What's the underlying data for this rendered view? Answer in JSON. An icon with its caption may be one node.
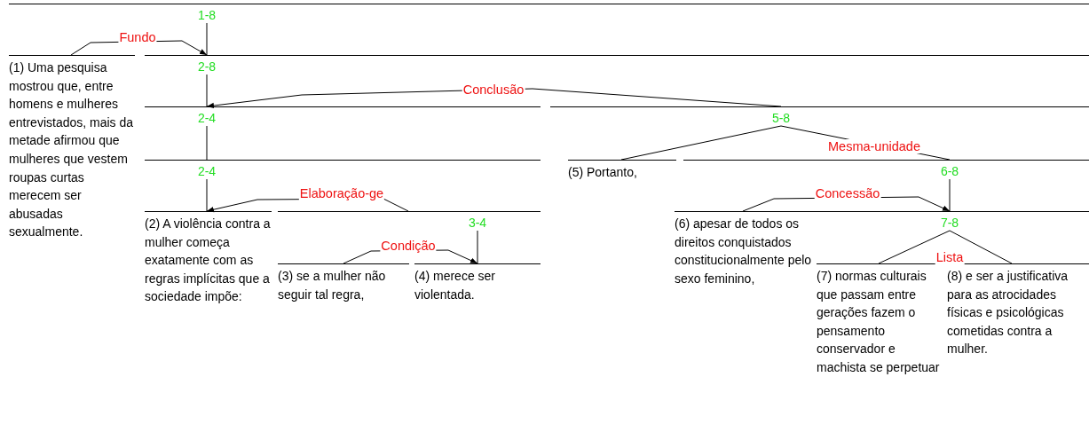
{
  "diagram": {
    "nodes": [
      {
        "text": [
          "1-8"
        ]
      },
      {
        "text": [
          "(1) Uma pesquisa mostrou que, entre homens e mulheres entrevistados, mais da metade afirmou que mulheres que vestem roupas curtas merecem ser abusadas sexualmente."
        ]
      },
      {
        "text": [
          "2-8"
        ]
      },
      {
        "text": [
          "2-4"
        ]
      },
      {
        "text": [
          "5-8"
        ]
      },
      {
        "text": [
          "2-4"
        ]
      },
      {
        "text": [
          "(2) A violência contra a mulher começa exatamente com as regras implícitas que a sociedade impõe:"
        ]
      },
      {
        "text": [
          "3-4"
        ]
      },
      {
        "text": [
          "(3) se a mulher não seguir tal regra,"
        ]
      },
      {
        "text": [
          "(4) merece ser violentada."
        ]
      },
      {
        "text": [
          "(5) Portanto,"
        ]
      },
      {
        "text": [
          "6-8"
        ]
      },
      {
        "text": [
          "(6) apesar de todos os direitos conquistados constitucionalmente pelo sexo feminino,"
        ]
      },
      {
        "text": [
          "7-8"
        ]
      },
      {
        "text": [
          "(7) normas culturais que passam entre gerações fazem o pensamento conservador e machista se perpetuar"
        ]
      },
      {
        "text": [
          "(8) e ser a justificativa para as atrocidades físicas e psicológicas cometidas contra a mulher."
        ]
      }
    ],
    "edges": [
      {
        "from": 0,
        "to": 2,
        "arrow": "none"
      },
      {
        "from": 1,
        "to": 2,
        "arrow": "to",
        "label": "Fundo"
      },
      {
        "from": 2,
        "to": 3,
        "arrow": "none"
      },
      {
        "from": 4,
        "to": 3,
        "arrow": "to",
        "label": "Conclusão"
      },
      {
        "from": 3,
        "to": 5,
        "arrow": "none"
      },
      {
        "from": 5,
        "to": 6,
        "arrow": "none"
      },
      {
        "from": 7,
        "to": 6,
        "arrow": "to",
        "label": "Elaboração-ge"
      },
      {
        "from": 7,
        "to": 9,
        "arrow": "none"
      },
      {
        "from": 8,
        "to": 9,
        "arrow": "to",
        "label": "Condição"
      },
      {
        "from": 4,
        "to": 10,
        "arrow": "none"
      },
      {
        "from": 4,
        "to": 11,
        "arrow": "none",
        "label": "Mesma-unidade"
      },
      {
        "from": 11,
        "to": 13,
        "arrow": "none"
      },
      {
        "from": 12,
        "to": 13,
        "arrow": "to",
        "label": "Concessão"
      },
      {
        "from": 13,
        "to": 14,
        "arrow": "none",
        "label": "Lista"
      },
      {
        "from": 13,
        "to": 15,
        "arrow": "none"
      }
    ]
  }
}
